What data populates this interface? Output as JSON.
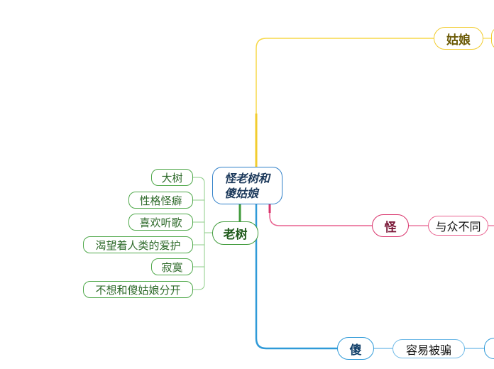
{
  "root": {
    "line1": "怪老树和",
    "line2": "傻姑娘"
  },
  "branches": {
    "guniang": {
      "label": "姑娘"
    },
    "guai": {
      "label": "怪",
      "child": "与众不同"
    },
    "sha": {
      "label": "傻",
      "child": "容易被骗"
    },
    "laoshu": {
      "label": "老树",
      "children": [
        "大树",
        "性格怪癖",
        "喜欢听歌",
        "渴望着人类的爱护",
        "寂寞",
        "不想和傻姑娘分开"
      ]
    }
  },
  "colors": {
    "guniang": "#f2cc2e",
    "guai": "#d9336b",
    "sha": "#2f9ad8",
    "laoshu": "#4fa84a",
    "root_border": "#2f7fc8"
  }
}
